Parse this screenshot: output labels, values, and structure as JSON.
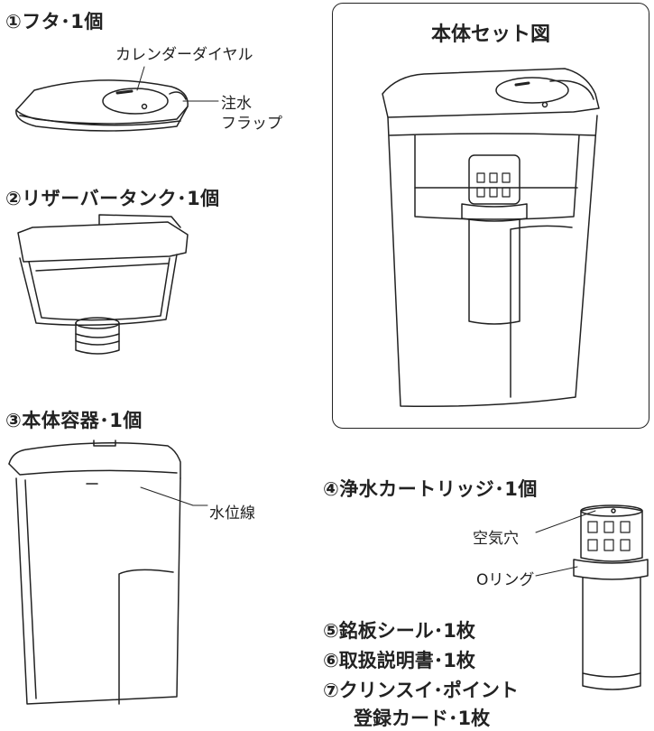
{
  "parts": {
    "lid": {
      "heading": "①フタ･1個",
      "callout_calendar": "カレンダーダイヤル",
      "callout_flap_1": "注水",
      "callout_flap_2": "フラップ"
    },
    "reservoir": {
      "heading": "②リザーバータンク･1個"
    },
    "body": {
      "heading": "③本体容器･1個",
      "callout_waterline": "水位線"
    },
    "cartridge": {
      "heading": "④浄水カートリッジ･1個",
      "callout_air_hole": "空気穴",
      "callout_oring": "Oリング"
    },
    "others": [
      "⑤銘板シール･1枚",
      "⑥取扱説明書･1枚",
      "⑦クリンスイ･ポイント",
      "登録カード･1枚"
    ]
  },
  "assembly": {
    "title": "本体セット図"
  }
}
